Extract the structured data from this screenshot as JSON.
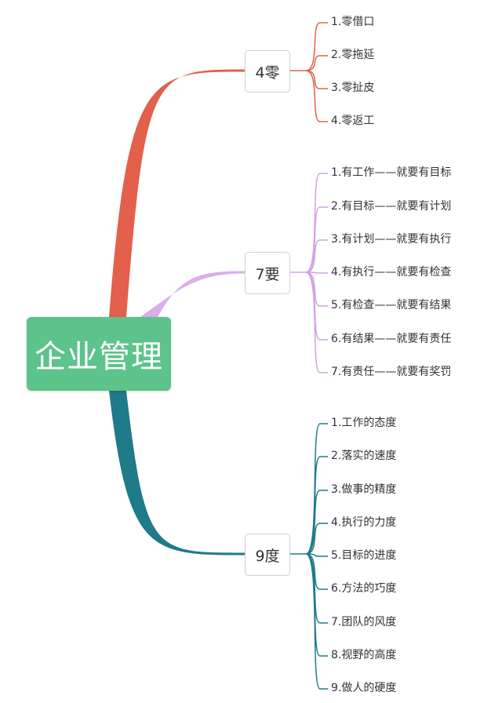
{
  "root": {
    "label": "企业管理",
    "color": "#5cc38a"
  },
  "branches": [
    {
      "label": "4零",
      "color": "#e2604c",
      "items": [
        "1.零借口",
        "2.零拖延",
        "3.零扯皮",
        "4.零返工"
      ]
    },
    {
      "label": "7要",
      "color": "#d3a0e6",
      "items": [
        "1.有工作——就要有目标",
        "2.有目标——就要有计划",
        "3.有计划——就要有执行",
        "4.有执行——就要有检查",
        "5.有检查——就要有结果",
        "6.有结果——就要有责任",
        "7.有责任——就要有奖罚"
      ]
    },
    {
      "label": "9度",
      "color": "#1f7a8a",
      "items": [
        "1.工作的态度",
        "2.落实的速度",
        "3.做事的精度",
        "4.执行的力度",
        "5.目标的进度",
        "6.方法的巧度",
        "7.团队的风度",
        "8.视野的高度",
        "9.做人的硬度"
      ]
    }
  ]
}
